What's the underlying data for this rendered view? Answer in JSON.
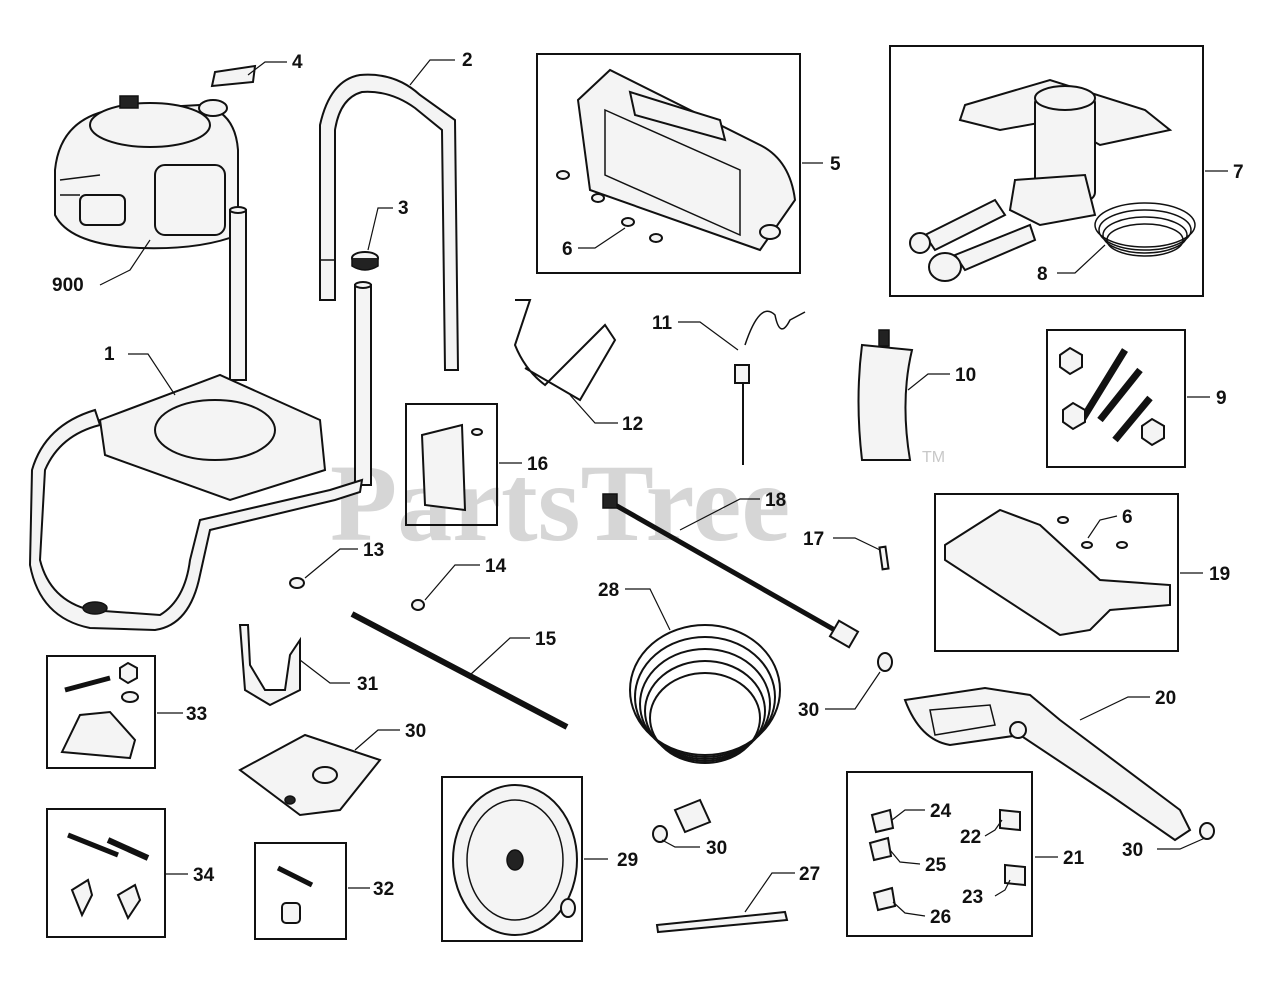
{
  "watermark": {
    "text": "PartsTree",
    "trademark": "TM"
  },
  "callouts": {
    "c900": "900",
    "c1": "1",
    "c2": "2",
    "c3": "3",
    "c4": "4",
    "c5": "5",
    "c6a": "6",
    "c6b": "6",
    "c7": "7",
    "c8": "8",
    "c9": "9",
    "c10": "10",
    "c11": "11",
    "c12": "12",
    "c13": "13",
    "c14": "14",
    "c15": "15",
    "c16": "16",
    "c17": "17",
    "c18": "18",
    "c19": "19",
    "c20": "20",
    "c21": "21",
    "c22": "22",
    "c23": "23",
    "c24": "24",
    "c25": "25",
    "c26": "26",
    "c27": "27",
    "c28": "28",
    "c29": "29",
    "c30a": "30",
    "c30b": "30",
    "c30c": "30",
    "c30d": "30",
    "c31": "31",
    "c32": "32",
    "c33": "33",
    "c34": "34"
  }
}
